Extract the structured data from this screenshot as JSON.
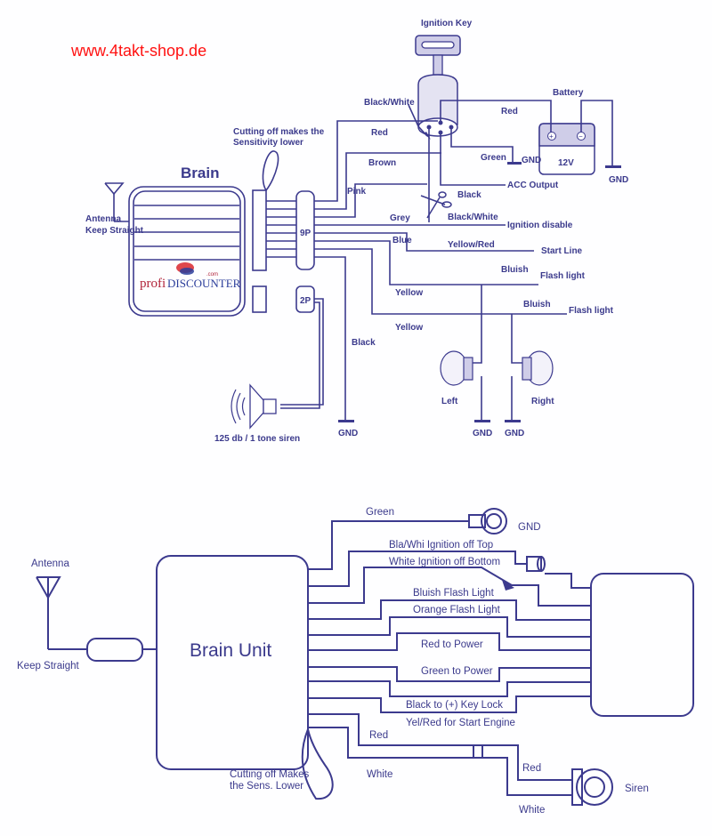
{
  "watermark": {
    "text": "www.4takt-shop.de",
    "color": "#ff1111"
  },
  "colors": {
    "line": "#3c3a8e",
    "watermark": "#ff1111"
  },
  "top_diagram": {
    "brain_title": "Brain",
    "antenna_label_1": "Antenna",
    "antenna_label_2": "Keep Straight",
    "logo_text_1": "profi",
    "logo_text_2": "DISCOUNTER",
    "logo_suffix": ".com",
    "cutting_note_1": "Cutting off makes the",
    "cutting_note_2": "Sensitivity lower",
    "connector_9p": "9P",
    "connector_2p": "2P",
    "ignition_key": "Ignition Key",
    "battery": "Battery",
    "battery_voltage": "12V",
    "battery_plus": "+",
    "battery_minus": "−",
    "wires": {
      "black_white_top": "Black/White",
      "red_key": "Red",
      "red_battery": "Red",
      "brown": "Brown",
      "green": "Green",
      "pink": "Pink",
      "black": "Black",
      "grey": "Grey",
      "black_white": "Black/White",
      "blue": "Blue",
      "yellow_red": "Yellow/Red",
      "yellow_1": "Yellow",
      "yellow_2": "Yellow",
      "bluish_1": "Bluish",
      "bluish_2": "Bluish",
      "black_gnd": "Black"
    },
    "outputs": {
      "acc_output": "ACC Output",
      "ignition_disable": "Ignition disable",
      "start_line": "Start Line",
      "flash_light_1": "Flash light",
      "flash_light_2": "Flash light"
    },
    "gnd_labels": [
      "GND",
      "GND",
      "GND",
      "GND",
      "GND"
    ],
    "lamp_left": "Left",
    "lamp_right": "Right",
    "siren": "125  db / 1 tone siren"
  },
  "bottom_diagram": {
    "brain_unit": "Brain Unit",
    "antenna": "Antenna",
    "keep_straight": "Keep Straight",
    "gnd": "GND",
    "siren": "Siren",
    "cutting_note_1": "Cutting off Makes",
    "cutting_note_2": "the Sens. Lower",
    "wires": {
      "green": "Green",
      "bla_whi": "Bla/Whi Ignition off Top",
      "white_ign": "White Ignition off Bottom",
      "bluish_flash": "Bluish Flash Light",
      "orange_flash": "Orange Flash Light",
      "red_power": "Red to Power",
      "green_power": "Green to Power",
      "black_key": "Black to (+) Key Lock",
      "yel_red": "Yel/Red for Start Engine",
      "red_1": "Red",
      "white_1": "White",
      "red_2": "Red",
      "white_2": "White"
    }
  }
}
